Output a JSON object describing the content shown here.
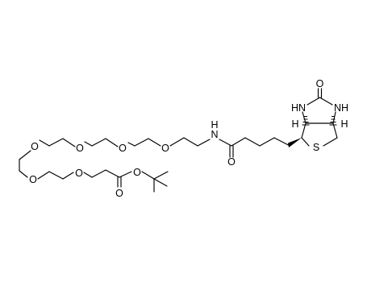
{
  "molecule": {
    "atoms": {
      "carbonyl_o_urea": "O",
      "n_left": "HN",
      "n_right": "NH",
      "h_left": "H",
      "h_right": "H",
      "sulfur": "S",
      "amide_n": "N",
      "amide_n_h": "H",
      "amide_o": "O",
      "ether_o_1": "O",
      "ether_o_2": "O",
      "ether_o_3": "O",
      "ether_o_4": "O",
      "ether_o_5": "O",
      "ether_o_6": "O",
      "ester_o_single": "O",
      "ester_o_double": "O"
    }
  }
}
